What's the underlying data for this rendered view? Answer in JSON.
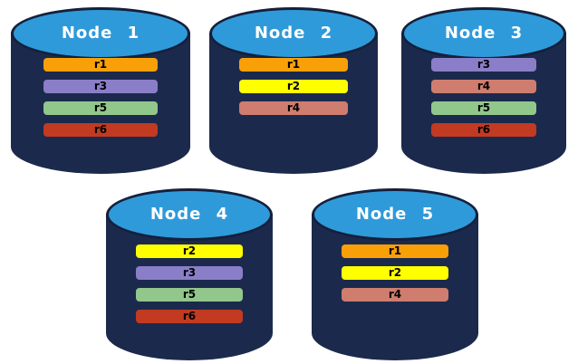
{
  "colors": {
    "background": "#FFFFFF",
    "cylinder_body": "#1B2A4C",
    "cylinder_top": "#2F9AD9",
    "cylinder_outline": "#14203C",
    "title_text": "#FFFFFF",
    "row_text": "#000000"
  },
  "palette": {
    "r1": "#F9A008",
    "r2": "#FFFF00",
    "r3": "#8B7EC8",
    "r4": "#CF7D6E",
    "r5": "#92C78C",
    "r6": "#C23A22"
  },
  "nodes": [
    {
      "title": "Node 1",
      "rows": [
        "r1",
        "r3",
        "r5",
        "r6"
      ]
    },
    {
      "title": "Node 2",
      "rows": [
        "r1",
        "r2",
        "r4"
      ]
    },
    {
      "title": "Node 3",
      "rows": [
        "r3",
        "r4",
        "r5",
        "r6"
      ]
    },
    {
      "title": "Node 4",
      "rows": [
        "r2",
        "r3",
        "r5",
        "r6"
      ]
    },
    {
      "title": "Node 5",
      "rows": [
        "r1",
        "r2",
        "r4"
      ]
    }
  ]
}
